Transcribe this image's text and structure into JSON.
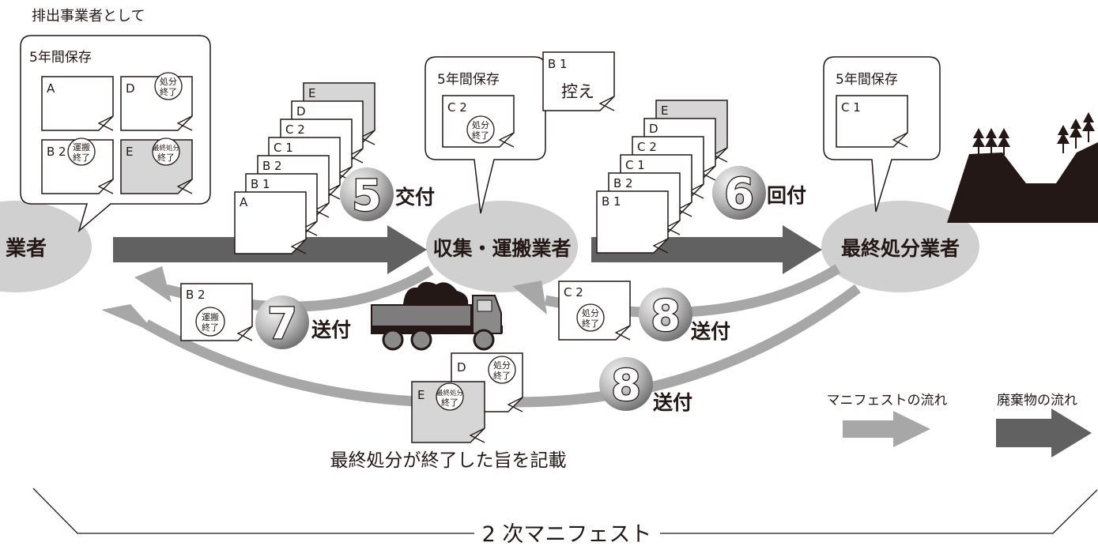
{
  "top_caption": "排出事業者として",
  "retention": {
    "emitter": "5年間保存",
    "collector": "5年間保存",
    "disposer": "5年間保存"
  },
  "copy_labels": {
    "A": "A",
    "B1": "B 1",
    "B2": "B 2",
    "C1": "C 1",
    "C2": "C 2",
    "D": "D",
    "E": "E"
  },
  "stamps": {
    "disposal_done": [
      "処分",
      "終了"
    ],
    "transport_done": [
      "運搬",
      "終了"
    ],
    "final_done": [
      "最終処分",
      "終了"
    ]
  },
  "kept_copy": "控え",
  "actors": {
    "emitter": "業者",
    "collector": "収集・運搬業者",
    "disposer": "最終処分業者"
  },
  "steps": {
    "s5": {
      "num": "5",
      "label": "交付"
    },
    "s6": {
      "num": "6",
      "label": "回付"
    },
    "s7": {
      "num": "7",
      "label": "送付"
    },
    "s8a": {
      "num": "8",
      "label": "送付"
    },
    "s8b": {
      "num": "8",
      "label": "送付"
    }
  },
  "final_note": "最終処分が終了した旨を記載",
  "legend": {
    "manifest": "マニフェストの流れ",
    "waste": "廃棄物の流れ"
  },
  "bottom_title": "2 次マニフェスト",
  "colors": {
    "waste_arrow": "#616161",
    "manifest_arrow": "#a7a7a7",
    "ellipse": "#d0d0d0",
    "shaded_copy": "#d6d6d6",
    "ink": "#231815"
  }
}
